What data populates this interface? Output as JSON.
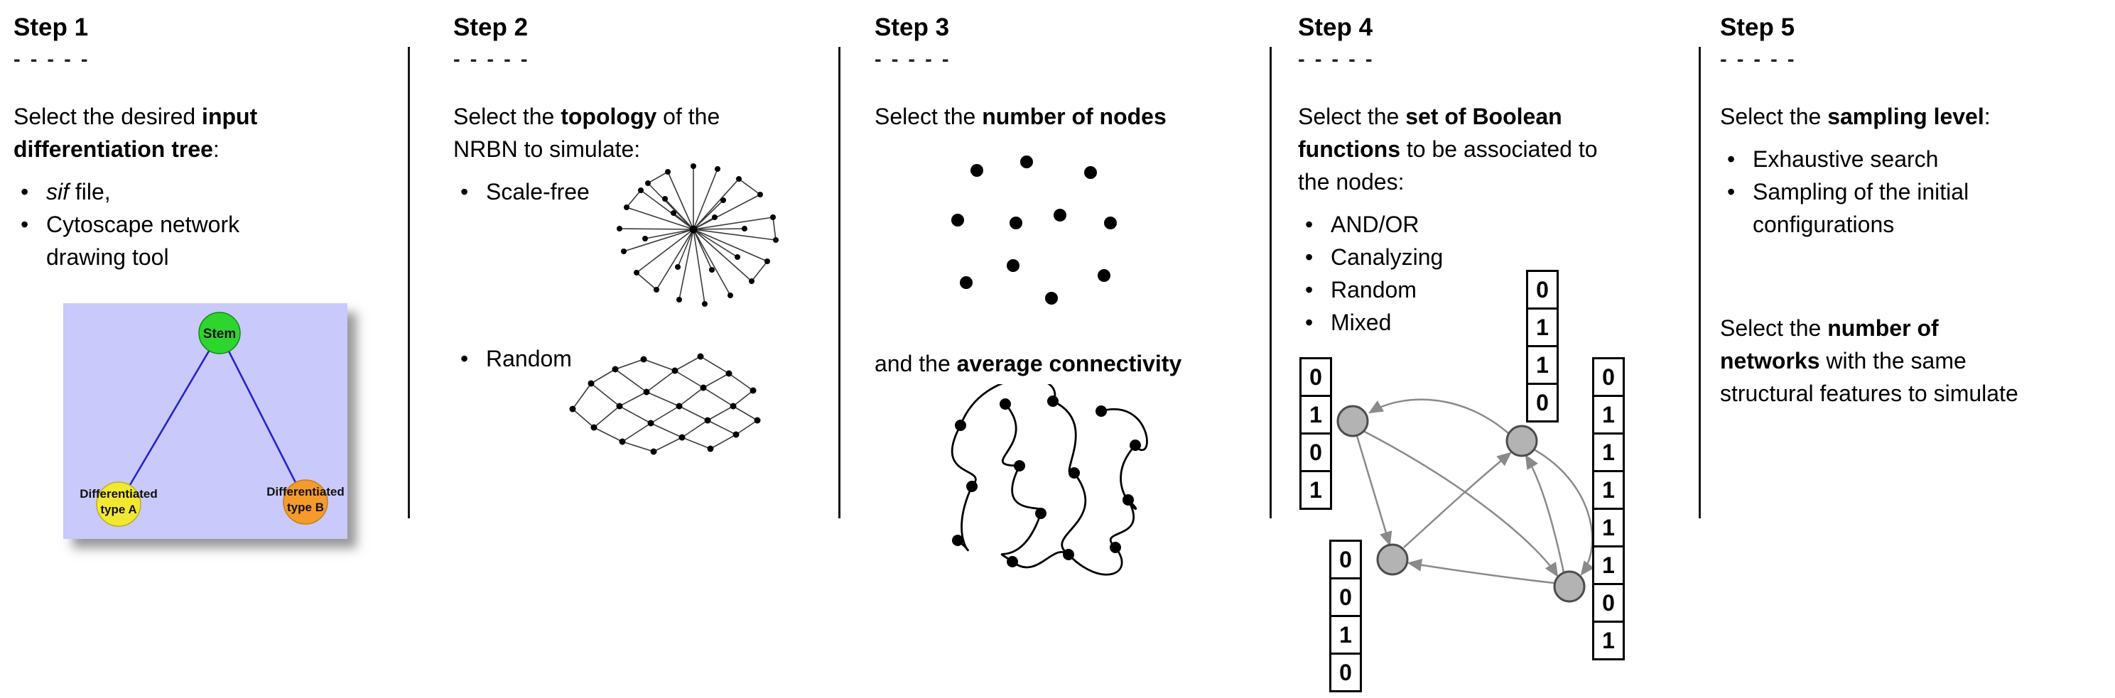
{
  "ui": {
    "bullet": "•"
  },
  "steps": [
    {
      "title": "Step 1",
      "dashes": "- - - - -",
      "para": [
        [
          {
            "t": "Select the desired "
          },
          {
            "t": "input",
            "b": true
          }
        ],
        [
          {
            "t": "differentiation tree",
            "b": true
          },
          {
            "t": ":"
          }
        ]
      ],
      "bullets": [
        [
          [
            {
              "t": "sif",
              "i": true
            },
            {
              "t": " file,"
            }
          ]
        ],
        [
          [
            {
              "t": "Cytoscape network"
            }
          ],
          [
            {
              "t": "drawing tool"
            }
          ]
        ]
      ],
      "figure": {
        "stem_label": "Stem",
        "type_a_line1": "Differentiated",
        "type_a_line2": "type A",
        "type_b_line1": "Differentiated",
        "type_b_line2": "type B",
        "colors": {
          "background": "#c9c9fb",
          "stem": "#2ed52e",
          "type_a": "#f2e832",
          "type_b": "#f59b2c",
          "edge": "#2424cc"
        }
      }
    },
    {
      "title": "Step 2",
      "dashes": "- - - - -",
      "para": [
        [
          {
            "t": "Select the "
          },
          {
            "t": "topology",
            "b": true
          },
          {
            "t": " of the"
          }
        ],
        [
          {
            "t": "NRBN to simulate:"
          }
        ]
      ],
      "bullets": [
        [
          [
            {
              "t": "Scale-free"
            }
          ]
        ],
        [
          [
            {
              "t": "Random"
            }
          ]
        ]
      ]
    },
    {
      "title": "Step 3",
      "dashes": "- - - - -",
      "para": [
        [
          {
            "t": "Select the "
          },
          {
            "t": "number of nodes",
            "b": true
          }
        ]
      ],
      "para2": [
        [
          {
            "t": "and the "
          },
          {
            "t": "average connectivity",
            "b": true
          }
        ]
      ]
    },
    {
      "title": "Step 4",
      "dashes": "- - - - -",
      "para": [
        [
          {
            "t": "Select the "
          },
          {
            "t": "set of Boolean",
            "b": true
          }
        ],
        [
          {
            "t": "functions",
            "b": true
          },
          {
            "t": " to be associated to"
          }
        ],
        [
          {
            "t": "the nodes:"
          }
        ]
      ],
      "bullets": [
        [
          [
            {
              "t": "AND/OR"
            }
          ]
        ],
        [
          [
            {
              "t": "Canalyzing"
            }
          ]
        ],
        [
          [
            {
              "t": "Random"
            }
          ]
        ],
        [
          [
            {
              "t": "Mixed"
            }
          ]
        ]
      ],
      "truth_tables": {
        "top": [
          "0",
          "1",
          "1",
          "0"
        ],
        "left": [
          "0",
          "1",
          "0",
          "1"
        ],
        "bottom_left": [
          "0",
          "0",
          "1",
          "0"
        ],
        "right": [
          "0",
          "1",
          "1",
          "1",
          "1",
          "1",
          "0",
          "1"
        ]
      }
    },
    {
      "title": "Step 5",
      "dashes": "- - - - -",
      "para": [
        [
          {
            "t": "Select the "
          },
          {
            "t": "sampling level",
            "b": true
          },
          {
            "t": ":"
          }
        ]
      ],
      "bullets": [
        [
          [
            {
              "t": "Exhaustive search"
            }
          ]
        ],
        [
          [
            {
              "t": "Sampling of the initial"
            }
          ],
          [
            {
              "t": "configurations"
            }
          ]
        ]
      ],
      "para2": [
        [
          {
            "t": "Select the "
          },
          {
            "t": "number of",
            "b": true
          }
        ],
        [
          {
            "t": "networks",
            "b": true
          },
          {
            "t": " with the same"
          }
        ],
        [
          {
            "t": "structural features to simulate"
          }
        ]
      ]
    }
  ]
}
